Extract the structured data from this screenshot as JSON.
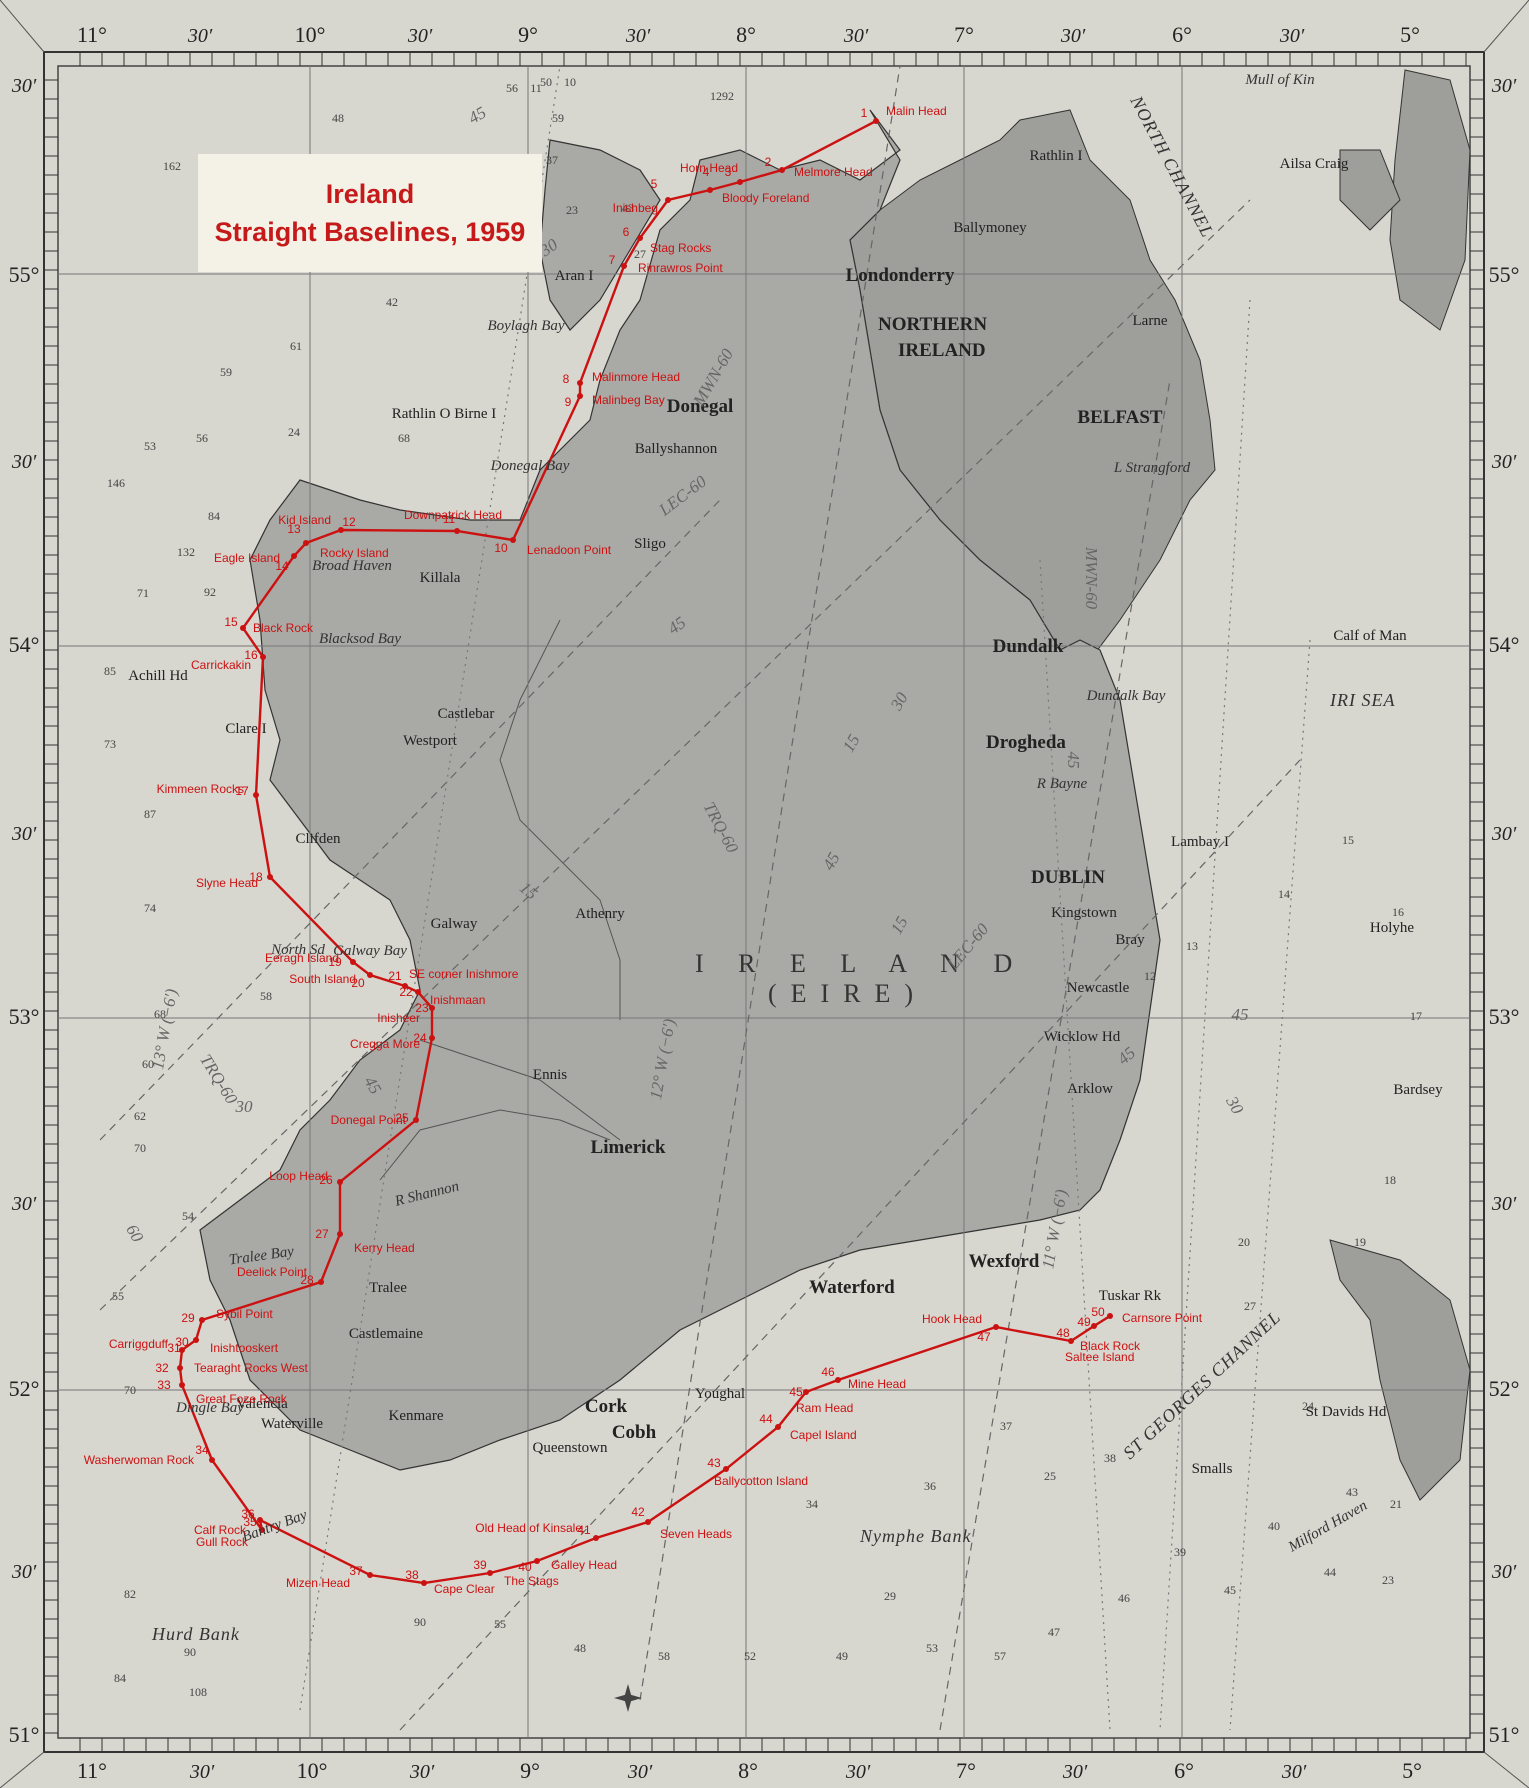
{
  "title": {
    "line1": "Ireland",
    "line2": "Straight Baselines, 1959"
  },
  "graticule": {
    "top": [
      "11°",
      "30′",
      "10°",
      "30′",
      "9°",
      "30′",
      "8°",
      "30′",
      "7°",
      "30′",
      "6°",
      "30′",
      "5°"
    ],
    "bottom": [
      "11°",
      "30′",
      "10°",
      "30′",
      "9°",
      "30′",
      "8°",
      "30′",
      "7°",
      "30′",
      "6°",
      "30′",
      "5°"
    ],
    "left": [
      "30′",
      "55°",
      "30′",
      "54°",
      "30′",
      "53°",
      "30′",
      "52°",
      "30′",
      "51°"
    ],
    "right": [
      "30′",
      "55°",
      "30′",
      "54°",
      "30′",
      "53°",
      "30′",
      "52°",
      "30′",
      "51°"
    ]
  },
  "large_labels": {
    "ireland": "I R E L A N D",
    "eire": "(EIRE)",
    "northern_ireland_1": "NORTHERN",
    "northern_ireland_2": "IRELAND",
    "nymphe_bank": "Nymphe Bank",
    "irish_sea": "IRI SEA",
    "st_georges_channel": "ST GEORGES CHANNEL",
    "north_channel": "NORTH CHANNEL",
    "hurd_bank": "Hurd Bank"
  },
  "places": [
    {
      "id": "londonderry",
      "text": "Londonderry",
      "style": "placeB"
    },
    {
      "id": "donegal",
      "text": "Donegal",
      "style": "placeB"
    },
    {
      "id": "ballyshannon",
      "text": "Ballyshannon",
      "style": "place"
    },
    {
      "id": "sligo",
      "text": "Sligo",
      "style": "place"
    },
    {
      "id": "killala",
      "text": "Killala",
      "style": "place"
    },
    {
      "id": "castlebar",
      "text": "Castlebar",
      "style": "place"
    },
    {
      "id": "westport",
      "text": "Westport",
      "style": "place"
    },
    {
      "id": "clifden",
      "text": "Clifden",
      "style": "place"
    },
    {
      "id": "galway",
      "text": "Galway",
      "style": "place"
    },
    {
      "id": "athenry",
      "text": "Athenry",
      "style": "place"
    },
    {
      "id": "ennis",
      "text": "Ennis",
      "style": "place"
    },
    {
      "id": "limerick",
      "text": "Limerick",
      "style": "placeB"
    },
    {
      "id": "tralee",
      "text": "Tralee",
      "style": "place"
    },
    {
      "id": "castlemaine",
      "text": "Castlemaine",
      "style": "place"
    },
    {
      "id": "valencia",
      "text": "Valencia",
      "style": "place"
    },
    {
      "id": "waterville",
      "text": "Waterville",
      "style": "place"
    },
    {
      "id": "kenmare",
      "text": "Kenmare",
      "style": "place"
    },
    {
      "id": "cork",
      "text": "Cork",
      "style": "placeB"
    },
    {
      "id": "cobh",
      "text": "Cobh",
      "style": "placeB"
    },
    {
      "id": "queenstown",
      "text": "Queenstown",
      "style": "place"
    },
    {
      "id": "youghal",
      "text": "Youghal",
      "style": "place"
    },
    {
      "id": "waterford",
      "text": "Waterford",
      "style": "placeB"
    },
    {
      "id": "wexford",
      "text": "Wexford",
      "style": "placeB"
    },
    {
      "id": "arklow",
      "text": "Arklow",
      "style": "place"
    },
    {
      "id": "wicklow",
      "text": "Wicklow Hd",
      "style": "place"
    },
    {
      "id": "newcastle",
      "text": "Newcastle",
      "style": "place"
    },
    {
      "id": "bray",
      "text": "Bray",
      "style": "place"
    },
    {
      "id": "kingstown",
      "text": "Kingstown",
      "style": "place"
    },
    {
      "id": "dublin",
      "text": "DUBLIN",
      "style": "placeB"
    },
    {
      "id": "drogheda",
      "text": "Drogheda",
      "style": "placeB"
    },
    {
      "id": "dundalk",
      "text": "Dundalk",
      "style": "placeB"
    },
    {
      "id": "belfast",
      "text": "BELFAST",
      "style": "placeB"
    },
    {
      "id": "ballymoney",
      "text": "Ballymoney",
      "style": "place"
    },
    {
      "id": "larne",
      "text": "Larne",
      "style": "place"
    },
    {
      "id": "donegal_bay",
      "text": "Donegal Bay",
      "style": "placeI"
    },
    {
      "id": "blacksod_bay",
      "text": "Blacksod Bay",
      "style": "placeI"
    },
    {
      "id": "galway_bay",
      "text": "Galway Bay",
      "style": "placeI"
    },
    {
      "id": "dingle_bay",
      "text": "Dingle Bay",
      "style": "placeI"
    },
    {
      "id": "bantry_bay",
      "text": "Bantry Bay",
      "style": "placeI"
    },
    {
      "id": "shannon",
      "text": "R Shannon",
      "style": "placeI"
    },
    {
      "id": "dundalk_bay",
      "text": "Dundalk Bay",
      "style": "placeI"
    },
    {
      "id": "l_strangford",
      "text": "L Strangford",
      "style": "placeI"
    },
    {
      "id": "boylagh_bay",
      "text": "Boylagh Bay",
      "style": "placeI"
    },
    {
      "id": "tralee_bay",
      "text": "Tralee Bay",
      "style": "placeI"
    },
    {
      "id": "broad_haven",
      "text": "Broad Haven",
      "style": "placeI"
    },
    {
      "id": "rathlin_o_birne",
      "text": "Rathlin O Birne I",
      "style": "place"
    },
    {
      "id": "aran",
      "text": "Aran I",
      "style": "place"
    },
    {
      "id": "achill",
      "text": "Achill Hd",
      "style": "place"
    },
    {
      "id": "clare_i",
      "text": "Clare I",
      "style": "place"
    },
    {
      "id": "north_sd",
      "text": "North Sd",
      "style": "placeI"
    },
    {
      "id": "r_bayne",
      "text": "R Bayne",
      "style": "placeI"
    },
    {
      "id": "rathlin_i",
      "text": "Rathlin I",
      "style": "place"
    },
    {
      "id": "ailsa_craig",
      "text": "Ailsa Craig",
      "style": "place"
    },
    {
      "id": "calf_of_man",
      "text": "Calf of Man",
      "style": "place"
    },
    {
      "id": "st_davids_hd",
      "text": "St Davids Hd",
      "style": "place"
    },
    {
      "id": "smalls",
      "text": "Smalls",
      "style": "place"
    },
    {
      "id": "holyhead",
      "text": "Holyhe",
      "style": "place"
    },
    {
      "id": "bardsey",
      "text": "Bardsey",
      "style": "place"
    },
    {
      "id": "lambay",
      "text": "Lambay I",
      "style": "place"
    },
    {
      "id": "mull_kintyre",
      "text": "Mull of Kin",
      "style": "placeI"
    },
    {
      "id": "milford",
      "text": "Milford Haven",
      "style": "placeI"
    },
    {
      "id": "tuskar",
      "text": "Tuskar Rk",
      "style": "place"
    }
  ],
  "baseline_points": [
    {
      "n": "1",
      "name": "Malin Head"
    },
    {
      "n": "2",
      "name": "Melmore Head"
    },
    {
      "n": "3",
      "name": "Horn Head"
    },
    {
      "n": "4",
      "name": "Bloody Foreland"
    },
    {
      "n": "5",
      "name": "Inishbeg"
    },
    {
      "n": "6",
      "name": "Stag Rocks"
    },
    {
      "n": "7",
      "name": "Rinrawros Point"
    },
    {
      "n": "8",
      "name": "Malinmore Head"
    },
    {
      "n": "9",
      "name": "Malinbeg Bay"
    },
    {
      "n": "10",
      "name": "Lenadoon Point"
    },
    {
      "n": "11",
      "name": "Downpatrick Head"
    },
    {
      "n": "12",
      "name": "Kid Island"
    },
    {
      "n": "13",
      "name": "Rocky Island"
    },
    {
      "n": "14",
      "name": "Eagle Island"
    },
    {
      "n": "15",
      "name": "Black Rock"
    },
    {
      "n": "16",
      "name": "Carrickakin"
    },
    {
      "n": "17",
      "name": "Kimmeen Rocks"
    },
    {
      "n": "18",
      "name": "Slyne Head"
    },
    {
      "n": "19",
      "name": "Eeragh Island"
    },
    {
      "n": "20",
      "name": "South Island"
    },
    {
      "n": "21",
      "name": "SE corner Inishmore"
    },
    {
      "n": "22",
      "name": "Inishmaan"
    },
    {
      "n": "23",
      "name": "Inisheer"
    },
    {
      "n": "24",
      "name": "Cregga More"
    },
    {
      "n": "25",
      "name": "Donegal Point"
    },
    {
      "n": "26",
      "name": "Loop Head"
    },
    {
      "n": "27",
      "name": "Kerry Head"
    },
    {
      "n": "28",
      "name": "Deelick Point"
    },
    {
      "n": "29",
      "name": "Sybil Point"
    },
    {
      "n": "30",
      "name": "Inishtooskert"
    },
    {
      "n": "31",
      "name": "Carriggduff"
    },
    {
      "n": "32",
      "name": "Tearaght Rocks West"
    },
    {
      "n": "33",
      "name": "Great Foze Rock"
    },
    {
      "n": "34",
      "name": "Washerwoman Rock"
    },
    {
      "n": "35",
      "name": "Gull Rock"
    },
    {
      "n": "36",
      "name": "Calf Rock"
    },
    {
      "n": "37",
      "name": "Mizen Head"
    },
    {
      "n": "38",
      "name": "Cape Clear"
    },
    {
      "n": "39",
      "name": "The Stags"
    },
    {
      "n": "40",
      "name": "Galley Head"
    },
    {
      "n": "41",
      "name": "Old Head of Kinsale"
    },
    {
      "n": "42",
      "name": "Seven Heads"
    },
    {
      "n": "43",
      "name": "Ballycotton Island"
    },
    {
      "n": "44",
      "name": "Capel Island"
    },
    {
      "n": "45",
      "name": "Ram Head"
    },
    {
      "n": "46",
      "name": "Mine Head"
    },
    {
      "n": "47",
      "name": "Hook Head"
    },
    {
      "n": "48",
      "name": "Saltee Island"
    },
    {
      "n": "49",
      "name": "Black Rock"
    },
    {
      "n": "50",
      "name": "Carnsore Point"
    }
  ],
  "depth_soundings": [
    "56",
    "50",
    "59",
    "48",
    "162",
    "1292",
    "37",
    "43",
    "27",
    "23",
    "42",
    "56",
    "24",
    "61",
    "59",
    "68",
    "53",
    "146",
    "84",
    "71",
    "92",
    "132",
    "85",
    "73",
    "87",
    "74",
    "68",
    "58",
    "60",
    "62",
    "70",
    "54",
    "55",
    "70",
    "82",
    "90",
    "84",
    "108",
    "90",
    "55",
    "48",
    "58",
    "52",
    "49",
    "53",
    "57",
    "47",
    "46",
    "45",
    "44",
    "43",
    "40",
    "39",
    "38",
    "37",
    "36",
    "34",
    "29",
    "25",
    "27",
    "24",
    "23",
    "21",
    "20",
    "19",
    "18",
    "17",
    "16",
    "15",
    "14",
    "13",
    "12",
    "11",
    "10"
  ],
  "contour_labels": [
    "45",
    "30",
    "45",
    "30",
    "15",
    "45",
    "15",
    "30",
    "45",
    "60",
    "45",
    "15",
    "45",
    "45",
    "30"
  ],
  "route_labels": [
    "LEC-60",
    "MWN-60",
    "TRQ-60",
    "TRQ-60",
    "LEC-60",
    "MWN-60",
    "12° W (−6′)",
    "13° W (−6′)",
    "11° W (−6′)"
  ],
  "colors": {
    "sea": "#d7d6cf",
    "land": "#a9a9a5",
    "land_uk": "#9e9e9a",
    "grid": "#666666",
    "baseline": "#cc1111",
    "title_text": "#c61a1a",
    "title_bg": "#f4f2e7"
  }
}
